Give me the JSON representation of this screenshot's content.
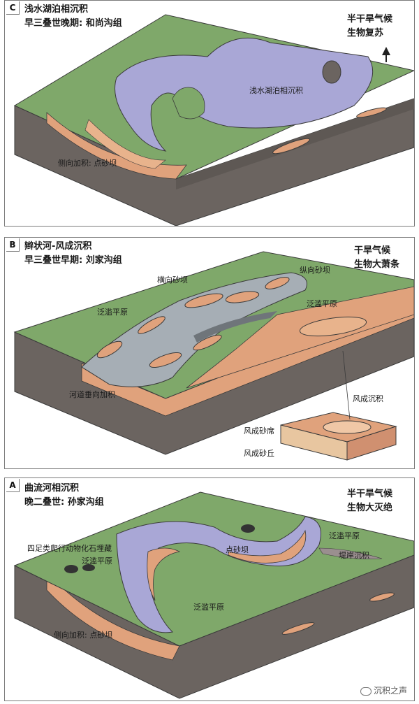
{
  "panels": {
    "c": {
      "letter": "C",
      "title1": "浅水湖泊相沉积",
      "title2": "早三叠世晚期: 和尚沟组",
      "climate1": "半干旱气候",
      "climate2": "生物复苏",
      "labels": {
        "lake": "浅水湖泊相沉积",
        "point_bar": "侧向加积: 点砂坝"
      }
    },
    "b": {
      "letter": "B",
      "title1": "辫状河-风成沉积",
      "title2": "早三叠世早期: 刘家沟组",
      "climate1": "干旱气候",
      "climate2": "生物大萧条",
      "labels": {
        "transverse_bar": "横向砂坝",
        "longitudinal_bar": "纵向砂坝",
        "floodplain_left": "泛滥平原",
        "floodplain_right": "泛滥平原",
        "vertical_accretion": "河道垂向加积",
        "eolian": "风成沉积",
        "eolian_sheet": "风成砂席",
        "eolian_dune": "风成砂丘"
      }
    },
    "a": {
      "letter": "A",
      "title1": "曲流河相沉积",
      "title2": "晚二叠世: 孙家沟组",
      "climate1": "半干旱气候",
      "climate2": "生物大灭绝",
      "labels": {
        "tetrapod_fossil": "四足类爬行动物化石埋藏",
        "floodplain_left": "泛滥平原",
        "point_bar_top": "点砂坝",
        "floodplain_right": "泛滥平原",
        "levee": "堤岸沉积",
        "floodplain_bottom": "泛滥平原",
        "lateral_accretion": "侧向加积: 点砂坝"
      }
    }
  },
  "watermark": "沉积之声",
  "colors": {
    "grass": "#7fa86a",
    "soil": "#6b6460",
    "water": "#a9a7d6",
    "sand": "#e0a27c",
    "gray_channel": "#a6aeb5",
    "outline": "#3a3a3a"
  }
}
